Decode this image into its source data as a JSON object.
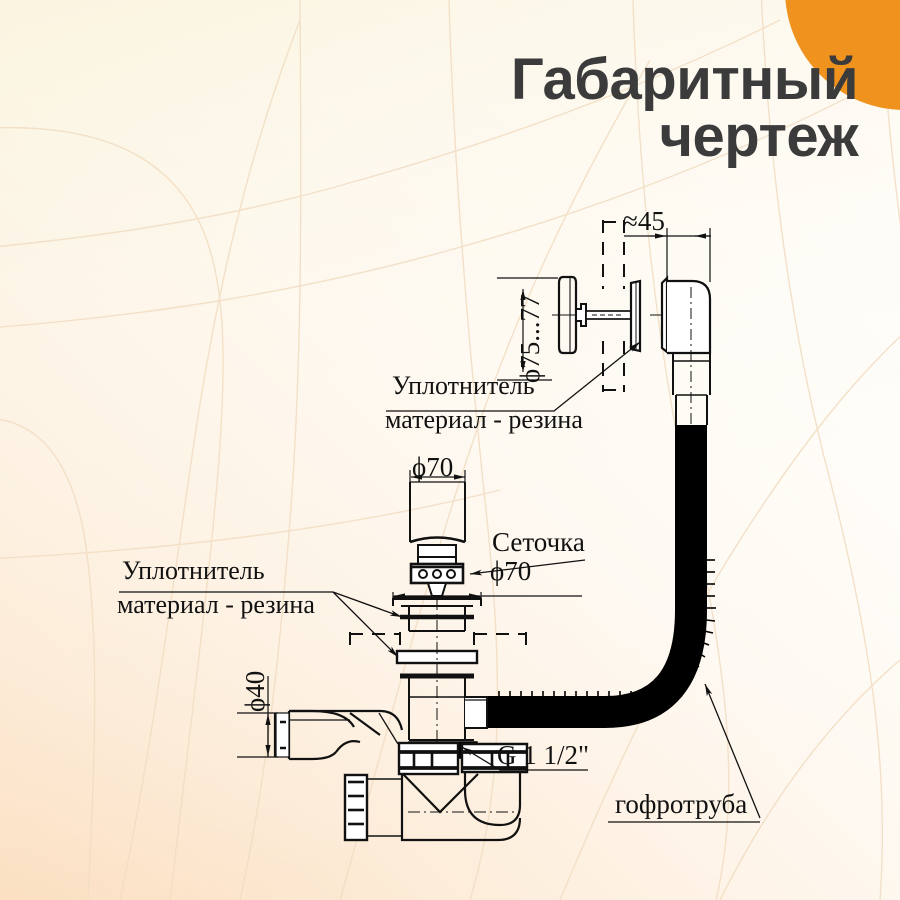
{
  "page": {
    "title_line1": "Габаритный",
    "title_line2": "чертеж",
    "background": {
      "accent_circle_color": "#F0921E",
      "gradient_top_left": "#FBF6E4",
      "gradient_bottom_left": "#FBE0C2",
      "gradient_right": "#FFFFFF",
      "contour_line_color": "#F3DFC6"
    },
    "line_color": "#111111",
    "pipe_fill": "#000000"
  },
  "annotations": {
    "dim_overflow_diameter": "ϕ75...77",
    "dim_overflow_depth": "≈45",
    "seal_top_line1": "Уплотнитель",
    "seal_top_line2": "материал - резина",
    "dim_drain_cap": "ϕ70",
    "strainer_label": "Сеточка",
    "strainer_diameter": "ϕ70",
    "seal_mid_line1": "Уплотнитель",
    "seal_mid_line2": "материал - резина",
    "dim_outlet_diameter": "ϕ40",
    "thread_label": "G 1 1/2\"",
    "corrugated_pipe_label": "гофротруба"
  }
}
